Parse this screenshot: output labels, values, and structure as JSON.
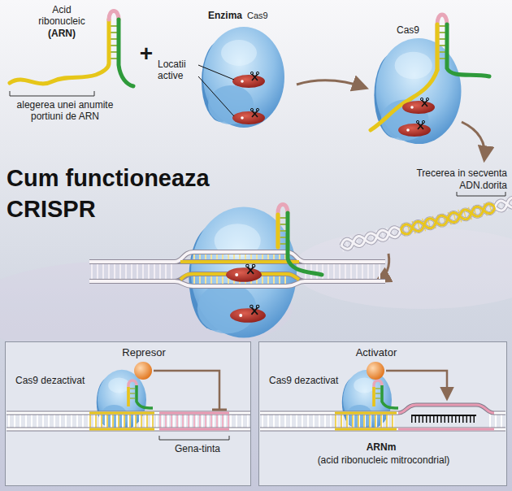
{
  "diagram": {
    "title": "Cum functioneaza CRISPR",
    "nodes": [
      {
        "text": [
          "Represor",
          "Cas9 dezactivat",
          "Gena-tinta"
        ]
      },
      {
        "text": [
          "Activator",
          "Cas9 dezactivat",
          "ARNm",
          "(acid ribonucleic mitrocondrial)"
        ]
      }
    ],
    "labels": [
      "Acid ribonucleic",
      "(ARN)",
      "alegerea unei anumite portiuni de ARN",
      "+",
      "Enzima",
      "Cas9",
      "Locatii active",
      "Cas9",
      "Trecerea in secventa ADN.dorita"
    ]
  }
}
